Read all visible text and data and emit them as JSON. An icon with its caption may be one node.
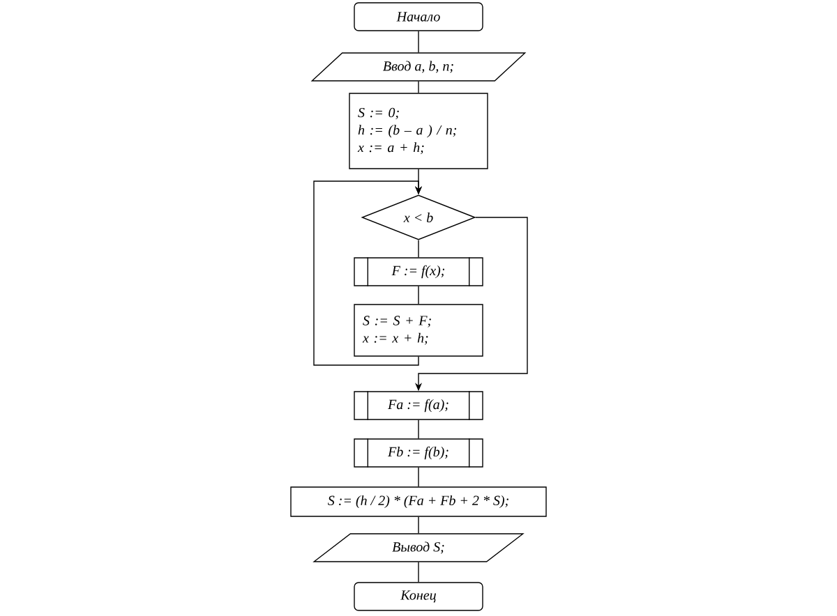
{
  "diagram": {
    "nodes": [
      {
        "text": [
          "Начало"
        ]
      },
      {
        "text": [
          "Ввод a, b, n;"
        ]
      },
      {
        "text": [
          "S := 0;",
          "h := (b – a ) / n;",
          "x := a + h;"
        ]
      },
      {
        "text": [
          "x < b"
        ]
      },
      {
        "text": [
          "F := f(x);"
        ]
      },
      {
        "text": [
          "S := S + F;",
          "x := x + h;"
        ]
      },
      {
        "text": [
          "Fa := f(a);"
        ]
      },
      {
        "text": [
          "Fb := f(b);"
        ]
      },
      {
        "text": [
          "S := (h / 2) * (Fa + Fb + 2 * S);"
        ]
      },
      {
        "text": [
          "Вывод S;"
        ]
      },
      {
        "text": [
          "Конец"
        ]
      }
    ],
    "edges": [
      {
        "from": 0,
        "to": 1,
        "arrow": "none"
      },
      {
        "from": 1,
        "to": 2,
        "arrow": "none"
      },
      {
        "from": 2,
        "to": 3,
        "arrow": "to"
      },
      {
        "from": 3,
        "to": 4,
        "arrow": "none"
      },
      {
        "from": 4,
        "to": 5,
        "arrow": "none"
      },
      {
        "from": 5,
        "to": 3,
        "arrow": "to"
      },
      {
        "from": 3,
        "to": 6,
        "arrow": "to"
      },
      {
        "from": 6,
        "to": 7,
        "arrow": "none"
      },
      {
        "from": 7,
        "to": 8,
        "arrow": "none"
      },
      {
        "from": 8,
        "to": 9,
        "arrow": "none"
      },
      {
        "from": 9,
        "to": 10,
        "arrow": "none"
      }
    ]
  }
}
